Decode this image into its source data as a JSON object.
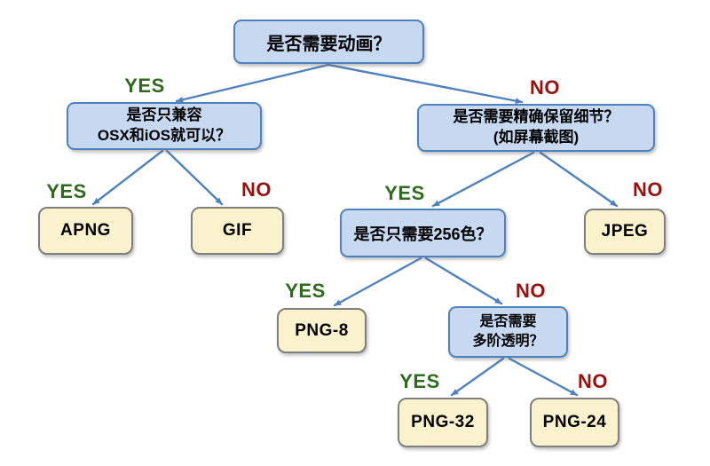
{
  "flowchart": {
    "description": "Image format decision flowchart",
    "colors": {
      "decision_fill": "#C6D9F0",
      "decision_border": "#4F81BD",
      "result_fill": "#FAF1CD",
      "result_border": "#7F7F7F",
      "arrow": "#4F81BD",
      "yes_label": "#2E6B1E",
      "no_label": "#96140F"
    },
    "nodes": [
      {
        "id": "q-animation",
        "type": "decision",
        "lines": [
          "是否需要动画？"
        ]
      },
      {
        "id": "q-osx-ios",
        "type": "decision",
        "lines": [
          "是否只兼容",
          "OSX和iOS就可以？"
        ]
      },
      {
        "id": "q-detail",
        "type": "decision",
        "lines": [
          "是否需要精确保留细节？",
          "(如屏幕截图)"
        ]
      },
      {
        "id": "q-256colors",
        "type": "decision",
        "lines": [
          "是否只需要256色？"
        ]
      },
      {
        "id": "q-alpha",
        "type": "decision",
        "lines": [
          "是否需要",
          "多阶透明？"
        ]
      },
      {
        "id": "apng",
        "type": "result",
        "lines": [
          "APNG"
        ]
      },
      {
        "id": "gif",
        "type": "result",
        "lines": [
          "GIF"
        ]
      },
      {
        "id": "jpeg",
        "type": "result",
        "lines": [
          "JPEG"
        ]
      },
      {
        "id": "png8",
        "type": "result",
        "lines": [
          "PNG-8"
        ]
      },
      {
        "id": "png32",
        "type": "result",
        "lines": [
          "PNG-32"
        ]
      },
      {
        "id": "png24",
        "type": "result",
        "lines": [
          "PNG-24"
        ]
      }
    ],
    "edges": [
      {
        "from": "q-animation",
        "to": "q-osx-ios",
        "answer": "YES"
      },
      {
        "from": "q-animation",
        "to": "q-detail",
        "answer": "NO"
      },
      {
        "from": "q-osx-ios",
        "to": "apng",
        "answer": "YES"
      },
      {
        "from": "q-osx-ios",
        "to": "gif",
        "answer": "NO"
      },
      {
        "from": "q-detail",
        "to": "q-256colors",
        "answer": "YES"
      },
      {
        "from": "q-detail",
        "to": "jpeg",
        "answer": "NO"
      },
      {
        "from": "q-256colors",
        "to": "png8",
        "answer": "YES"
      },
      {
        "from": "q-256colors",
        "to": "q-alpha",
        "answer": "NO"
      },
      {
        "from": "q-alpha",
        "to": "png32",
        "answer": "YES"
      },
      {
        "from": "q-alpha",
        "to": "png24",
        "answer": "NO"
      }
    ]
  }
}
